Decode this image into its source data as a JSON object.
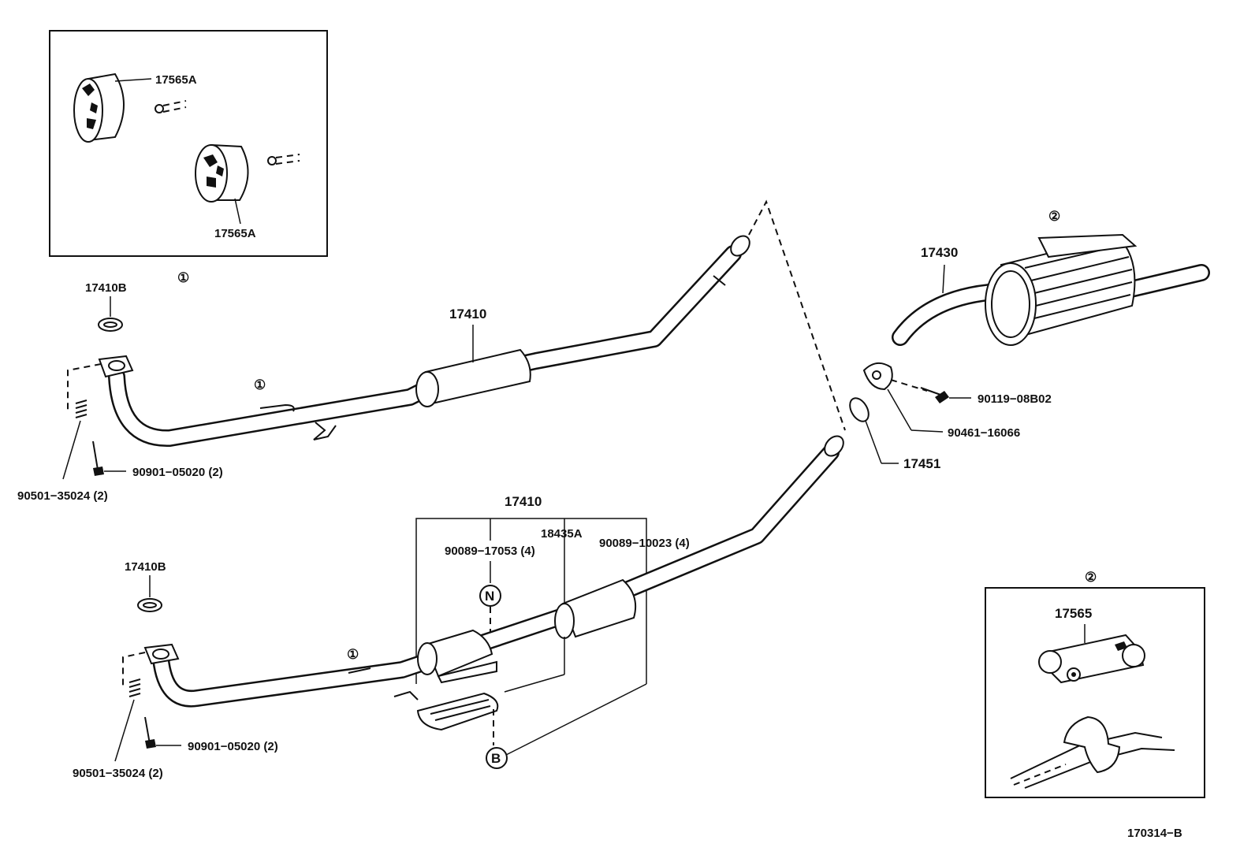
{
  "labels": {
    "inset1_top": "17565A",
    "inset1_bottom": "17565A",
    "inset1_marker": "①",
    "upper_gasket": "17410B",
    "upper_pipe": "17410",
    "upper_hanger_marker": "①",
    "upper_bolt": "90901−05020 (2)",
    "upper_spring": "90501−35024 (2)",
    "tailpipe_marker": "②",
    "tailpipe": "17430",
    "tail_bolt": "90119−08B02",
    "tail_nut": "90461−16066",
    "tail_gasket": "17451",
    "lower_pipe": "17410",
    "lower_heat_insulator": "18435A",
    "lower_bolt_a": "90089−17053 (4)",
    "lower_bolt_b": "90089−10023 (4)",
    "lower_gasket": "17410B",
    "lower_hanger_marker": "①",
    "lower_bolt": "90901−05020 (2)",
    "lower_spring": "90501−35024 (2)",
    "marker_n": "N",
    "marker_b": "B",
    "inset2_marker": "②",
    "inset2_part": "17565",
    "diagram_id": "170314−B"
  }
}
